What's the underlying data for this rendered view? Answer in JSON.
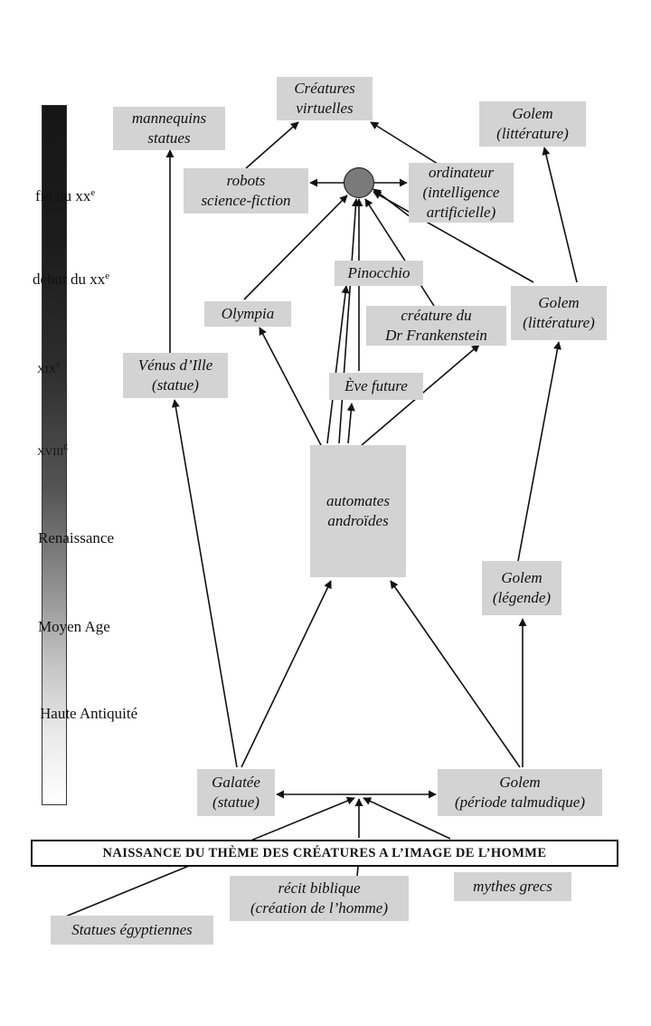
{
  "timeline": {
    "eras": [
      {
        "label": "fin du xx",
        "sup": "e"
      },
      {
        "label": "début du xx",
        "sup": "e"
      },
      {
        "label": "xix",
        "sup": "e"
      },
      {
        "label": "xviii",
        "sup": "e"
      },
      {
        "label": "Renaissance",
        "sup": ""
      },
      {
        "label": "Moyen Age",
        "sup": ""
      },
      {
        "label": "Haute Antiquité",
        "sup": ""
      }
    ]
  },
  "banner": "NAISSANCE DU THÈME DES CRÉATURES A L’IMAGE DE L’HOMME",
  "nodes": {
    "creatures_virtuelles": {
      "line1": "Créatures",
      "line2": "virtuelles"
    },
    "mannequins": {
      "line1": "mannequins",
      "line2": "statues"
    },
    "golem_litt_top": {
      "line1": "Golem",
      "line2": "(littérature)"
    },
    "robots": {
      "line1": "robots",
      "line2": "science-fiction"
    },
    "ordinateur": {
      "line1": "ordinateur",
      "line2": "(intelligence",
      "line3": "artificielle)"
    },
    "pinocchio": {
      "line1": "Pinocchio"
    },
    "olympia": {
      "line1": "Olympia"
    },
    "frankenstein": {
      "line1": "créature du",
      "line2": "Dr Frankenstein"
    },
    "golem_litt_mid": {
      "line1": "Golem",
      "line2": "(littérature)"
    },
    "venus": {
      "line1": "Vénus d’Ille",
      "line2": "(statue)"
    },
    "eve": {
      "line1": "Ève future"
    },
    "automates": {
      "line1": "automates",
      "line2": "androïdes"
    },
    "golem_legende": {
      "line1": "Golem",
      "line2": "(légende)"
    },
    "galatee": {
      "line1": "Galatée",
      "line2": "(statue)"
    },
    "golem_talmud": {
      "line1": "Golem",
      "line2": "(période talmudique)"
    },
    "recit": {
      "line1": "récit biblique",
      "line2": "(création de l’homme)"
    },
    "mythes": {
      "line1": "mythes grecs"
    },
    "statues_egypt": {
      "line1": "Statues égyptiennes"
    }
  },
  "colors": {
    "node_fill": "#d3d3d3",
    "hub_fill": "#7a7a7a",
    "line": "#111111"
  }
}
